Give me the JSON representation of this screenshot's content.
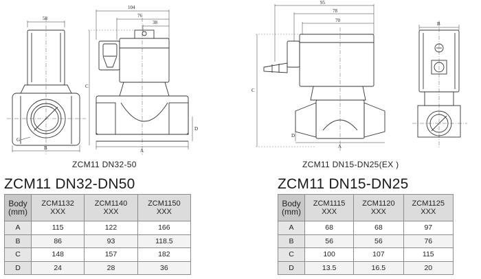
{
  "left_drawing": {
    "dims": {
      "top_width": "58",
      "overall": "104",
      "mid": "76",
      "small": "38",
      "c": "C",
      "g": "G",
      "b": "B",
      "a": "A",
      "d": "D"
    },
    "caption": "ZCM11 DN32-50"
  },
  "right_drawing": {
    "dims": {
      "overall": "95",
      "mid": "78",
      "small": "70",
      "b": "B",
      "c": "C",
      "d": "D",
      "a": "A"
    },
    "caption": "ZCM11 DN15-DN25(EX )"
  },
  "left_table": {
    "heading": "ZCM11 DN32-DN50",
    "body_label_line1": "Body",
    "body_label_line2": "(mm)",
    "columns": [
      {
        "line1": "ZCM1132",
        "line2": "XXX"
      },
      {
        "line1": "ZCM1140",
        "line2": "XXX"
      },
      {
        "line1": "ZCM1150",
        "line2": "XXX"
      }
    ],
    "rows": [
      {
        "label": "A",
        "values": [
          "115",
          "122",
          "166"
        ]
      },
      {
        "label": "B",
        "values": [
          "86",
          "93",
          "118.5"
        ]
      },
      {
        "label": "C",
        "values": [
          "148",
          "157",
          "182"
        ]
      },
      {
        "label": "D",
        "values": [
          "24",
          "28",
          "36"
        ]
      }
    ]
  },
  "right_table": {
    "heading": "ZCM11 DN15-DN25",
    "body_label_line1": "Body",
    "body_label_line2": "(mm)",
    "columns": [
      {
        "line1": "ZCM1115",
        "line2": "XXX"
      },
      {
        "line1": "ZCM1120",
        "line2": "XXX"
      },
      {
        "line1": "ZCM1125",
        "line2": "XXX"
      }
    ],
    "rows": [
      {
        "label": "A",
        "values": [
          "68",
          "68",
          "97"
        ]
      },
      {
        "label": "B",
        "values": [
          "56",
          "56",
          "76"
        ]
      },
      {
        "label": "C",
        "values": [
          "100",
          "107",
          "115"
        ]
      },
      {
        "label": "D",
        "values": [
          "13.5",
          "16.5",
          "20"
        ]
      }
    ]
  }
}
